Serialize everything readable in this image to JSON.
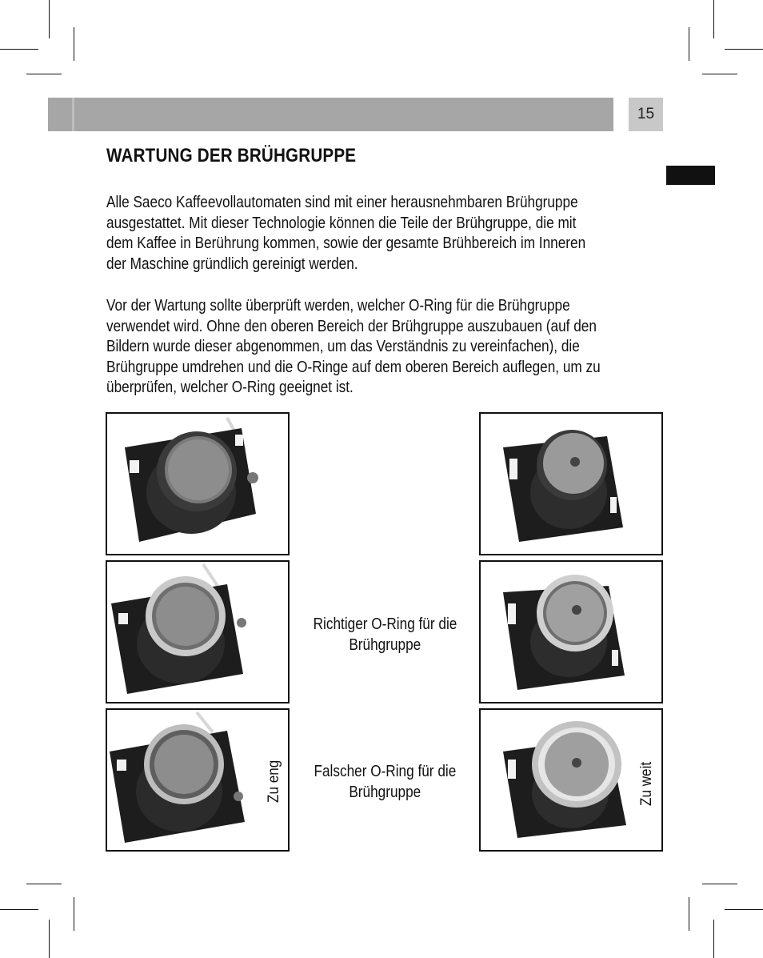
{
  "header": {
    "page_number": "15"
  },
  "content": {
    "title": "WARTUNG DER BRÜHGRUPPE",
    "paragraph1": [
      "Alle Saeco Kaffeevollautomaten sind mit einer herausnehmbaren Brühgruppe",
      "ausgestattet. Mit dieser Technologie können die Teile der Brühgruppe, die mit",
      "dem Kaffee in Berührung kommen, sowie der gesamte Brühbereich im Inneren",
      "der Maschine gründlich gereinigt werden."
    ],
    "paragraph2": [
      "Vor der Wartung sollte überprüft werden, welcher O-Ring für die Brühgruppe",
      "verwendet wird. Ohne den oberen Bereich der Brühgruppe auszubauen (auf den",
      "Bildern wurde dieser abgenommen, um das Verständnis zu vereinfachen), die",
      "Brühgruppe umdrehen und die O-Ringe auf dem oberen Bereich auflegen, um zu",
      "überprüfen, welcher O-Ring geeignet ist."
    ]
  },
  "figures": {
    "caption_correct": [
      "Richtiger O-Ring für die",
      "Brühgruppe"
    ],
    "caption_wrong": [
      "Falscher O-Ring für die",
      "Brühgruppe"
    ],
    "label_too_tight": "Zu eng",
    "label_too_wide": "Zu weit"
  }
}
